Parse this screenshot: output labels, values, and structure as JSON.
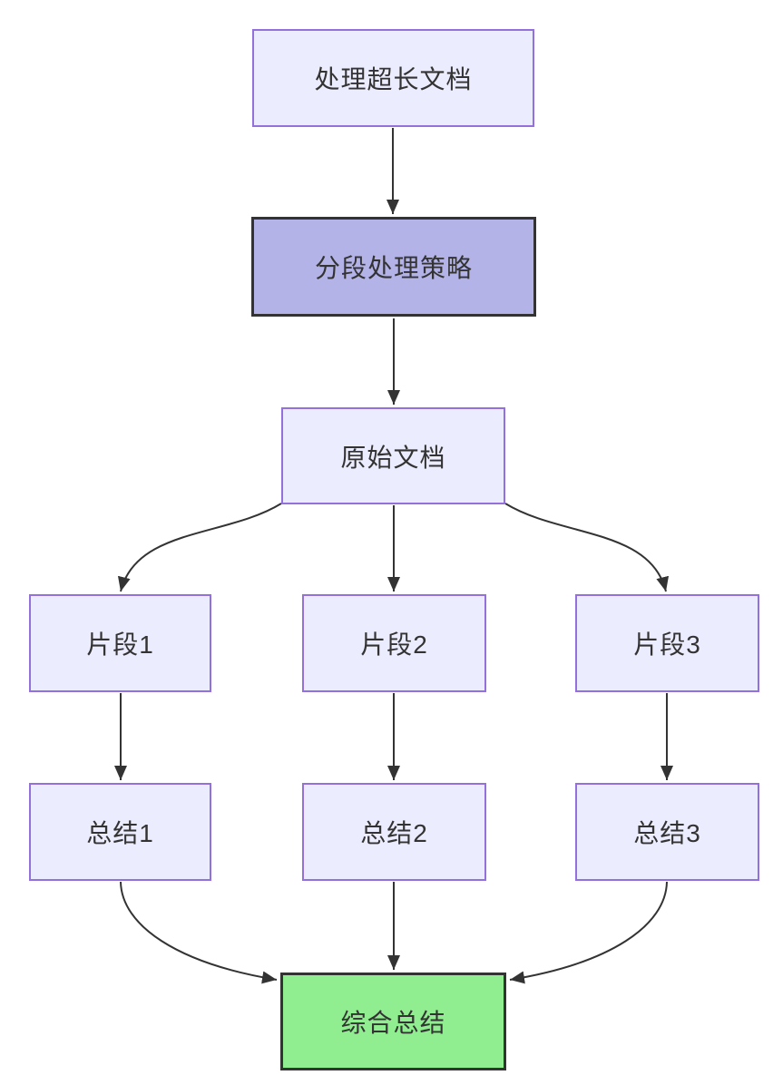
{
  "diagram": {
    "type": "flowchart",
    "direction": "top-down",
    "nodes": [
      {
        "id": "A",
        "label": "处理超长文档",
        "style": "default"
      },
      {
        "id": "B",
        "label": "分段处理策略",
        "style": "highlight"
      },
      {
        "id": "C",
        "label": "原始文档",
        "style": "default"
      },
      {
        "id": "D1",
        "label": "片段1",
        "style": "default"
      },
      {
        "id": "D2",
        "label": "片段2",
        "style": "default"
      },
      {
        "id": "D3",
        "label": "片段3",
        "style": "default"
      },
      {
        "id": "E1",
        "label": "总结1",
        "style": "default"
      },
      {
        "id": "E2",
        "label": "总结2",
        "style": "default"
      },
      {
        "id": "E3",
        "label": "总结3",
        "style": "default"
      },
      {
        "id": "F",
        "label": "综合总结",
        "style": "success"
      }
    ],
    "edges": [
      {
        "from": "A",
        "to": "B"
      },
      {
        "from": "B",
        "to": "C"
      },
      {
        "from": "C",
        "to": "D1"
      },
      {
        "from": "C",
        "to": "D2"
      },
      {
        "from": "C",
        "to": "D3"
      },
      {
        "from": "D1",
        "to": "E1"
      },
      {
        "from": "D2",
        "to": "E2"
      },
      {
        "from": "D3",
        "to": "E3"
      },
      {
        "from": "E1",
        "to": "F"
      },
      {
        "from": "E2",
        "to": "F"
      },
      {
        "from": "E3",
        "to": "F"
      }
    ],
    "colors": {
      "background": "#FFFFFF",
      "node_fill": "#ECECFF",
      "node_border": "#9370DB",
      "highlight_fill": "#B3B3E8",
      "highlight_border": "#333333",
      "success_fill": "#90EE90",
      "success_border": "#333333",
      "edge": "#333333",
      "text": "#333333"
    }
  }
}
